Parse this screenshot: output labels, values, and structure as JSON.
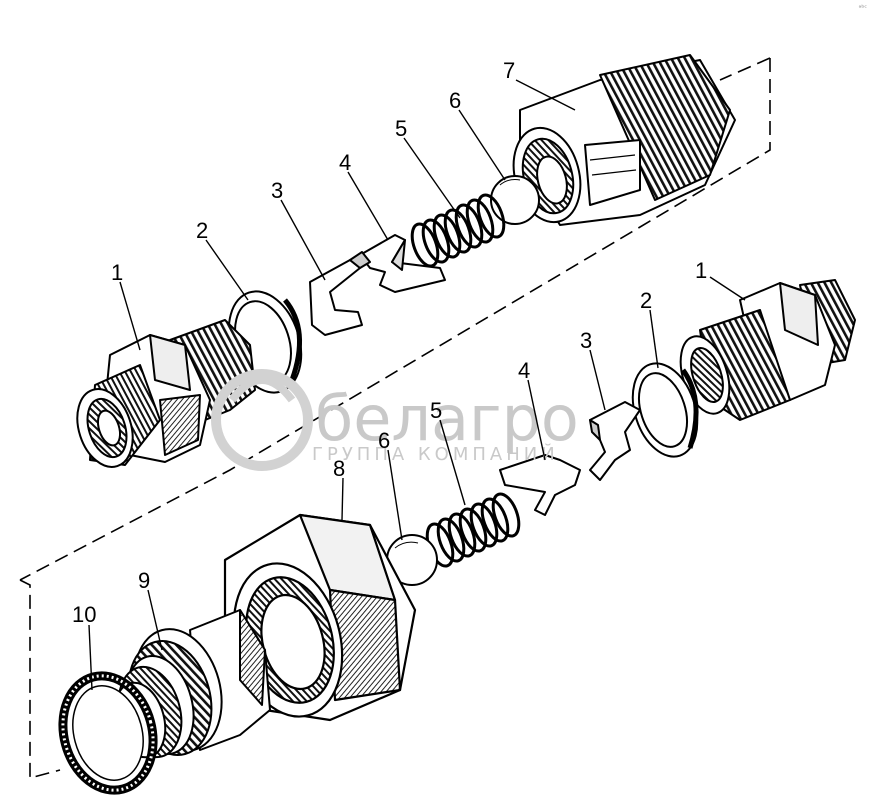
{
  "corner_mark": "ᵃᵇᶜ",
  "watermark": {
    "brand": "белагро",
    "tagline": "ГРУППА КОМПАНИЙ"
  },
  "labels_top": [
    "7",
    "6",
    "5",
    "4",
    "3",
    "2",
    "1"
  ],
  "labels_bottom": [
    "1",
    "2",
    "3",
    "4",
    "5",
    "6",
    "8",
    "9",
    "10"
  ]
}
